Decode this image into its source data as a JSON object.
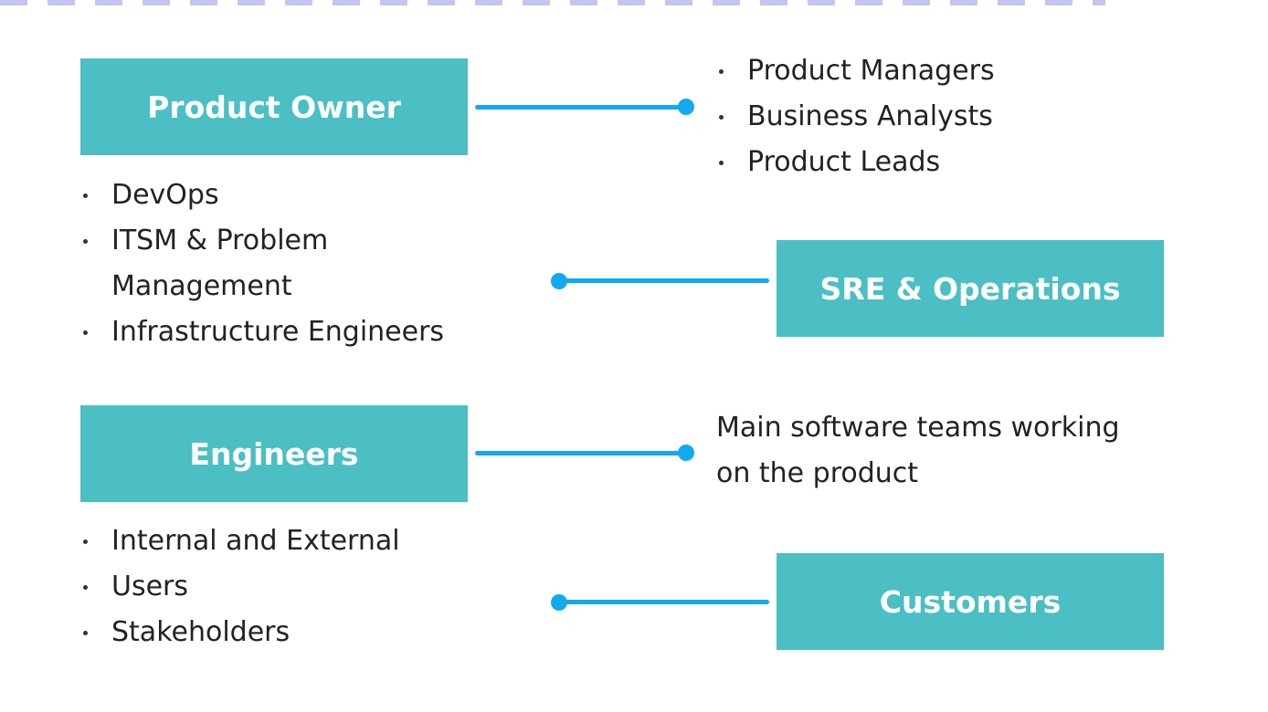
{
  "colors": {
    "box_fill": "#4bbfc3",
    "box_text": "#ffffff",
    "connector": "#12a9ef",
    "body_text": "#222222"
  },
  "roles": {
    "product_owner": {
      "title": "Product Owner",
      "details": [
        "Product Managers",
        "Business Analysts",
        "Product Leads"
      ]
    },
    "sre_operations": {
      "title": "SRE & Operations",
      "details": [
        "DevOps",
        "ITSM & Problem Management",
        "Infrastructure Engineers"
      ]
    },
    "engineers": {
      "title": "Engineers",
      "description": "Main software teams working on the product"
    },
    "customers": {
      "title": "Customers",
      "details": [
        "Internal and External",
        "Users",
        "Stakeholders"
      ]
    }
  }
}
